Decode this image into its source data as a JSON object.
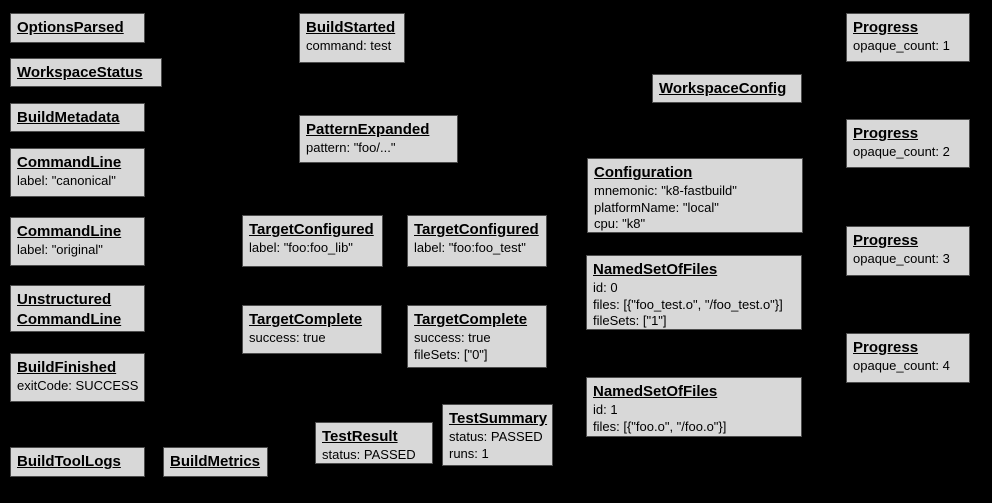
{
  "diagram": {
    "colors": {
      "background": "#000000",
      "node-fill": "#d8d8d8",
      "node-border": "#4d4d4d",
      "node-text": "#000000"
    },
    "nodes": {
      "options_parsed": {
        "title": "OptionsParsed"
      },
      "workspace_status": {
        "title": "WorkspaceStatus"
      },
      "build_metadata": {
        "title": "BuildMetadata"
      },
      "command_line_canonical": {
        "title": "CommandLine",
        "lines": [
          "label: \"canonical\""
        ]
      },
      "command_line_original": {
        "title": "CommandLine",
        "lines": [
          "label: \"original\""
        ]
      },
      "unstructured_command_line": {
        "title": "Unstructured",
        "title2": "CommandLine"
      },
      "build_finished": {
        "title": "BuildFinished",
        "lines": [
          "exitCode: SUCCESS"
        ]
      },
      "build_tool_logs": {
        "title": "BuildToolLogs"
      },
      "build_metrics": {
        "title": "BuildMetrics"
      },
      "build_started": {
        "title": "BuildStarted",
        "lines": [
          "command: test"
        ]
      },
      "pattern_expanded": {
        "title": "PatternExpanded",
        "lines": [
          "pattern: \"foo/...\""
        ]
      },
      "target_configured_lib": {
        "title": "TargetConfigured",
        "lines": [
          "label: \"foo:foo_lib\""
        ]
      },
      "target_configured_test": {
        "title": "TargetConfigured",
        "lines": [
          "label: \"foo:foo_test\""
        ]
      },
      "target_complete_lib": {
        "title": "TargetComplete",
        "lines": [
          "success: true"
        ]
      },
      "target_complete_test": {
        "title": "TargetComplete",
        "lines": [
          "success: true",
          "fileSets: [\"0\"]"
        ]
      },
      "test_result": {
        "title": "TestResult",
        "lines": [
          "status: PASSED"
        ]
      },
      "test_summary": {
        "title": "TestSummary",
        "lines": [
          "status: PASSED",
          "runs: 1"
        ]
      },
      "workspace_config": {
        "title": "WorkspaceConfig"
      },
      "configuration": {
        "title": "Configuration",
        "lines": [
          "mnemonic: \"k8-fastbuild\"",
          "platformName: \"local\"",
          "cpu: \"k8\""
        ]
      },
      "named_set_of_files_0": {
        "title": "NamedSetOfFiles",
        "lines": [
          "id: 0",
          "files: [{\"foo_test.o\", \"/foo_test.o\"}]",
          "fileSets: [\"1\"]"
        ]
      },
      "named_set_of_files_1": {
        "title": "NamedSetOfFiles",
        "lines": [
          "id: 1",
          "files: [{\"foo.o\", \"/foo.o\"}]"
        ]
      },
      "progress_1": {
        "title": "Progress",
        "lines": [
          "opaque_count: 1"
        ]
      },
      "progress_2": {
        "title": "Progress",
        "lines": [
          "opaque_count: 2"
        ]
      },
      "progress_3": {
        "title": "Progress",
        "lines": [
          "opaque_count: 3"
        ]
      },
      "progress_4": {
        "title": "Progress",
        "lines": [
          "opaque_count: 4"
        ]
      }
    }
  }
}
